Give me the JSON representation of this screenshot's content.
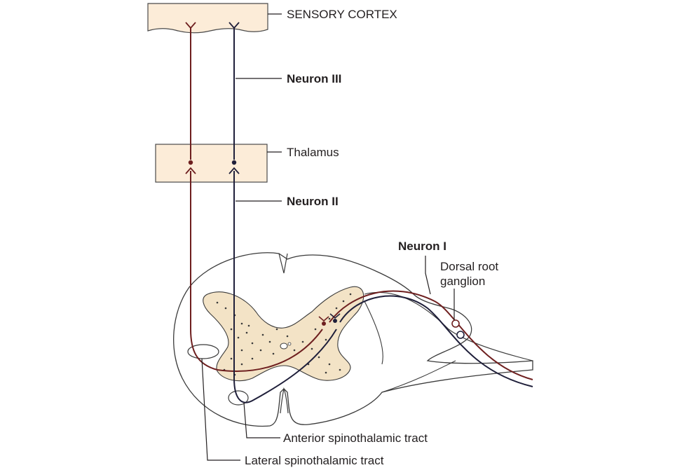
{
  "labels": {
    "sensory_cortex": "SENSORY CORTEX",
    "neuron_3": "Neuron III",
    "thalamus": "Thalamus",
    "neuron_2": "Neuron II",
    "neuron_1": "Neuron I",
    "drg_line1": "Dorsal root",
    "drg_line2": "ganglion",
    "anterior_tract": "Anterior spinothalamic tract",
    "lateral_tract": "Lateral spinothalamic tract"
  },
  "colors": {
    "box_fill": "#fcecd8",
    "lateral_path": "#6e1f1f",
    "anterior_path": "#1f1f3a",
    "outline": "#3a3a3a"
  }
}
